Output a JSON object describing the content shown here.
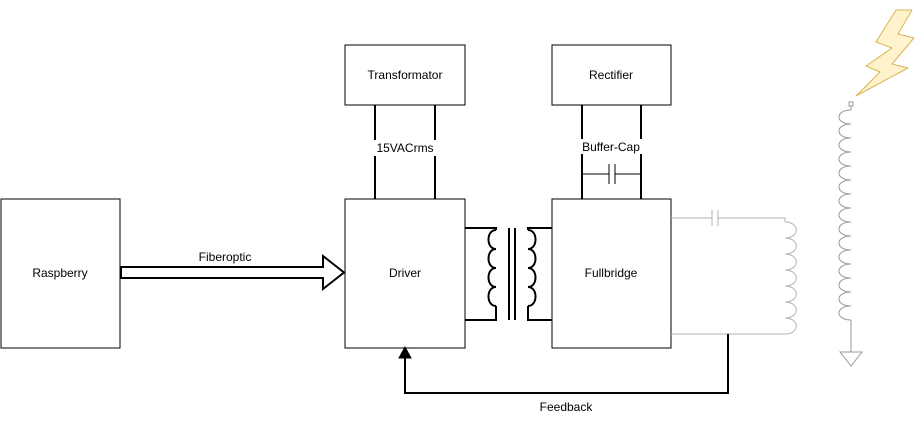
{
  "diagram": {
    "blocks": {
      "raspberry": "Raspberry",
      "driver": "Driver",
      "fullbridge": "Fullbridge",
      "transformator": "Transformator",
      "rectifier": "Rectifier"
    },
    "labels": {
      "fiberoptic": "Fiberoptic",
      "voltage": "15VACrms",
      "buffer_cap": "Buffer-Cap",
      "feedback": "Feedback"
    },
    "colors": {
      "line": "#000000",
      "tank_wire": "#b3b3b3",
      "bolt_fill": "#fff2cc",
      "bolt_stroke": "#d6b656"
    }
  }
}
